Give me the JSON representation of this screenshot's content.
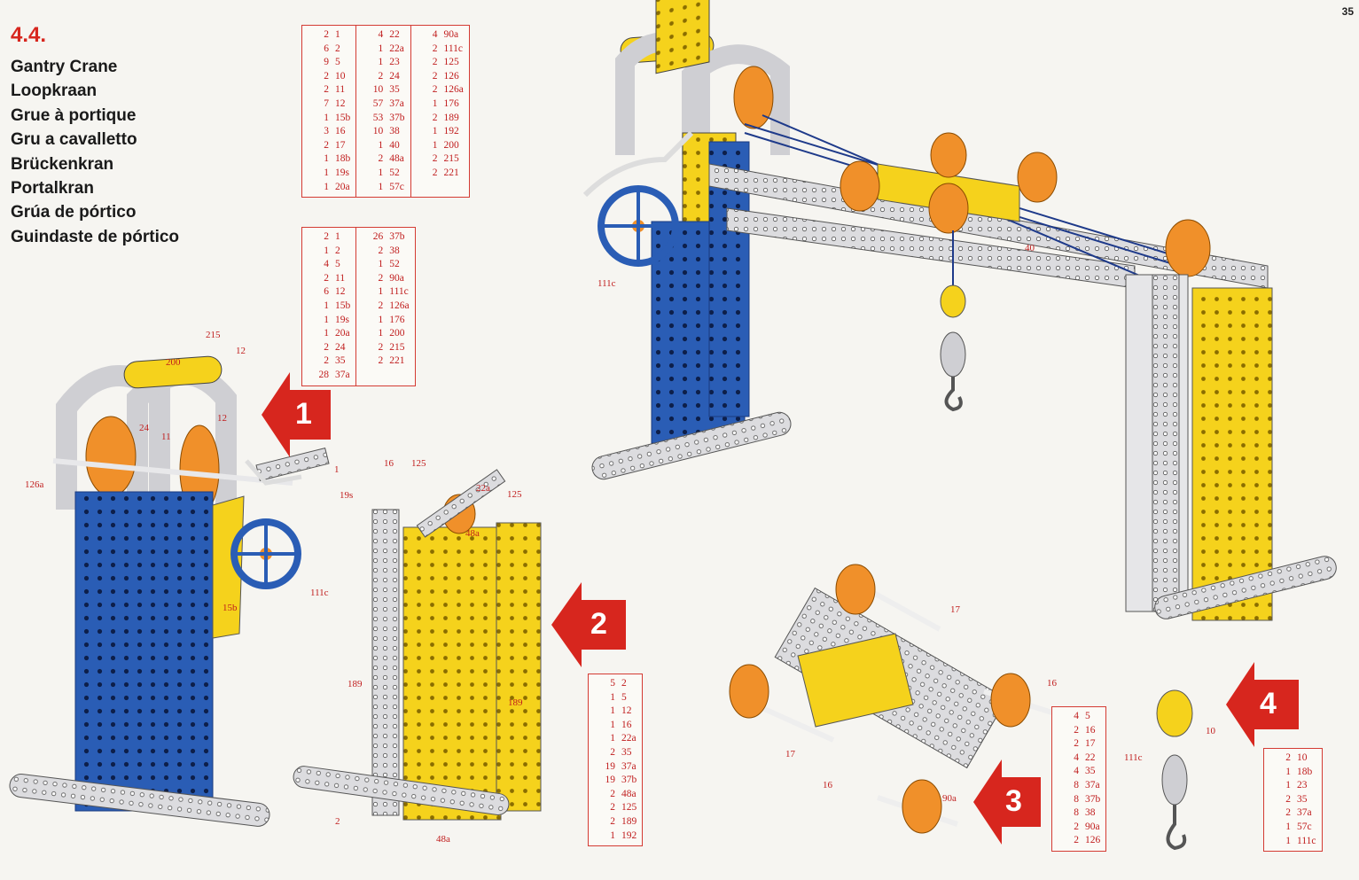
{
  "page": {
    "number": "35",
    "section": "4.4."
  },
  "titles": [
    "Gantry Crane",
    "Loopkraan",
    "Grue à portique",
    "Gru a cavalletto",
    "Brückenkran",
    "Portalkran",
    "Grúa de pórtico",
    "Guindaste de pórtico"
  ],
  "parts_lists": [
    {
      "name": "full-model",
      "columns": [
        [
          [
            "2",
            "1"
          ],
          [
            "6",
            "2"
          ],
          [
            "9",
            "5"
          ],
          [
            "2",
            "10"
          ],
          [
            "2",
            "11"
          ],
          [
            "7",
            "12"
          ],
          [
            "1",
            "15b"
          ],
          [
            "3",
            "16"
          ],
          [
            "2",
            "17"
          ],
          [
            "1",
            "18b"
          ],
          [
            "1",
            "19s"
          ],
          [
            "1",
            "20a"
          ]
        ],
        [
          [
            "4",
            "22"
          ],
          [
            "1",
            "22a"
          ],
          [
            "1",
            "23"
          ],
          [
            "2",
            "24"
          ],
          [
            "10",
            "35"
          ],
          [
            "57",
            "37a"
          ],
          [
            "53",
            "37b"
          ],
          [
            "10",
            "38"
          ],
          [
            "1",
            "40"
          ],
          [
            "2",
            "48a"
          ],
          [
            "1",
            "52"
          ],
          [
            "1",
            "57c"
          ]
        ],
        [
          [
            "4",
            "90a"
          ],
          [
            "2",
            "111c"
          ],
          [
            "2",
            "125"
          ],
          [
            "2",
            "126"
          ],
          [
            "2",
            "126a"
          ],
          [
            "1",
            "176"
          ],
          [
            "2",
            "189"
          ],
          [
            "1",
            "192"
          ],
          [
            "1",
            "200"
          ],
          [
            "2",
            "215"
          ],
          [
            "2",
            "221"
          ]
        ]
      ]
    },
    {
      "name": "step-1",
      "columns": [
        [
          [
            "2",
            "1"
          ],
          [
            "1",
            "2"
          ],
          [
            "4",
            "5"
          ],
          [
            "2",
            "11"
          ],
          [
            "6",
            "12"
          ],
          [
            "1",
            "15b"
          ],
          [
            "1",
            "19s"
          ],
          [
            "1",
            "20a"
          ],
          [
            "2",
            "24"
          ],
          [
            "2",
            "35"
          ],
          [
            "28",
            "37a"
          ]
        ],
        [
          [
            "26",
            "37b"
          ],
          [
            "2",
            "38"
          ],
          [
            "1",
            "52"
          ],
          [
            "2",
            "90a"
          ],
          [
            "1",
            "111c"
          ],
          [
            "2",
            "126a"
          ],
          [
            "1",
            "176"
          ],
          [
            "1",
            "200"
          ],
          [
            "2",
            "215"
          ],
          [
            "2",
            "221"
          ]
        ]
      ]
    },
    {
      "name": "step-2",
      "columns": [
        [
          [
            "5",
            "2"
          ],
          [
            "1",
            "5"
          ],
          [
            "1",
            "12"
          ],
          [
            "1",
            "16"
          ],
          [
            "1",
            "22a"
          ],
          [
            "2",
            "35"
          ],
          [
            "19",
            "37a"
          ],
          [
            "19",
            "37b"
          ],
          [
            "2",
            "48a"
          ],
          [
            "2",
            "125"
          ],
          [
            "2",
            "189"
          ],
          [
            "1",
            "192"
          ]
        ]
      ]
    },
    {
      "name": "step-3",
      "columns": [
        [
          [
            "4",
            "5"
          ],
          [
            "2",
            "16"
          ],
          [
            "2",
            "17"
          ],
          [
            "4",
            "22"
          ],
          [
            "4",
            "35"
          ],
          [
            "8",
            "37a"
          ],
          [
            "8",
            "37b"
          ],
          [
            "8",
            "38"
          ],
          [
            "2",
            "90a"
          ],
          [
            "2",
            "126"
          ]
        ]
      ]
    },
    {
      "name": "step-4",
      "columns": [
        [
          [
            "2",
            "10"
          ],
          [
            "1",
            "18b"
          ],
          [
            "1",
            "23"
          ],
          [
            "2",
            "35"
          ],
          [
            "2",
            "37a"
          ],
          [
            "1",
            "57c"
          ],
          [
            "1",
            "111c"
          ]
        ]
      ]
    }
  ],
  "steps": [
    "1",
    "2",
    "3",
    "4"
  ],
  "callouts": {
    "s1": [
      "215",
      "200",
      "12",
      "12",
      "24",
      "11",
      "126a",
      "1",
      "19s",
      "15b",
      "111c"
    ],
    "s2": [
      "16",
      "125",
      "22a",
      "125",
      "48a",
      "189",
      "189",
      "2",
      "48a"
    ],
    "s3": [
      "17",
      "16",
      "17",
      "16",
      "90a"
    ],
    "s4": [
      "10",
      "111c"
    ],
    "main": [
      "111c",
      "40"
    ]
  },
  "colors": {
    "accent_red": "#d7261e",
    "part_blue": "#2a5db5",
    "part_yellow": "#f5d21c",
    "wheel_orange": "#f0902a",
    "strip_silver": "#d9d9dc"
  }
}
